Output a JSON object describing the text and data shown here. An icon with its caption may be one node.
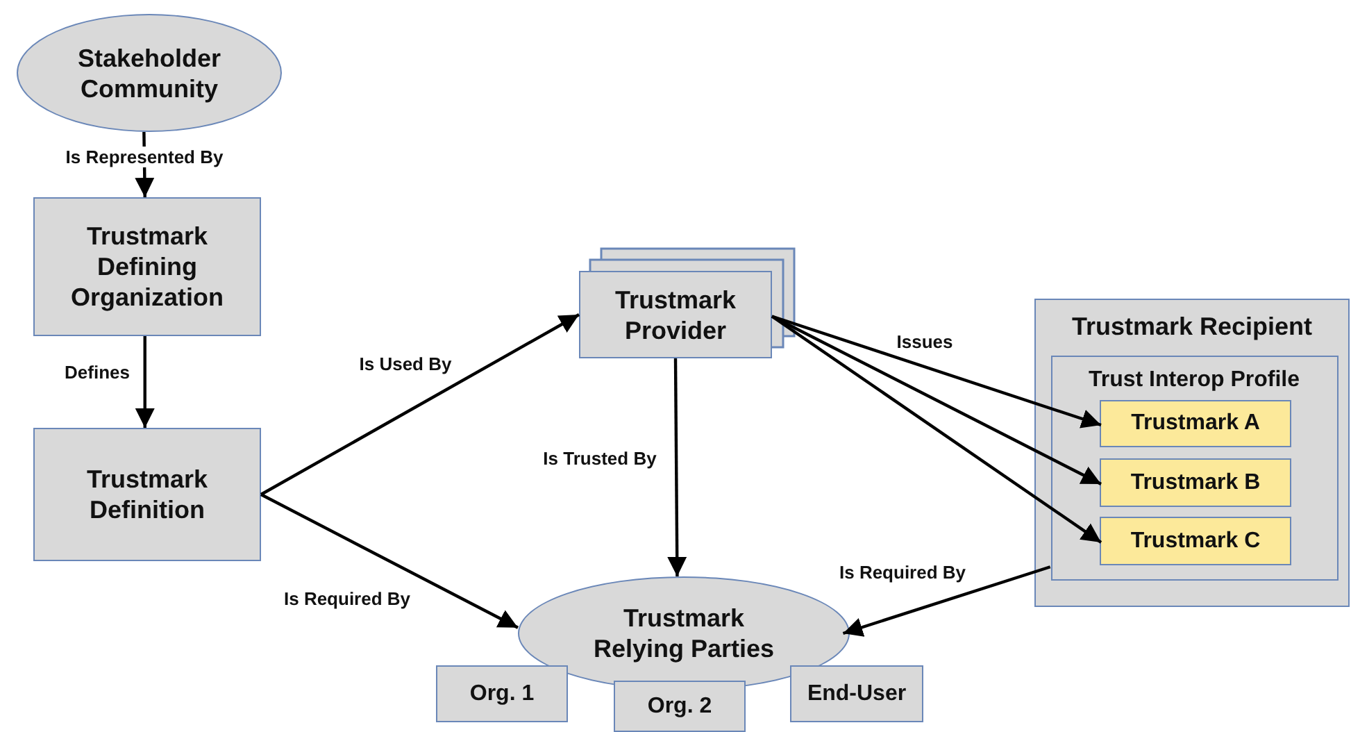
{
  "diagram": {
    "nodes": [
      {
        "text": [
          "Stakeholder Community"
        ]
      },
      {
        "text": [
          "Trustmark Defining Organization"
        ]
      },
      {
        "text": [
          "Trustmark Definition"
        ]
      },
      {
        "text": [
          "Trustmark Provider"
        ]
      },
      {
        "text": [
          "Trustmark Recipient"
        ]
      },
      {
        "text": [
          "Trust Interop Profile"
        ],
        "in": 4
      },
      {
        "text": [
          "Trustmark A"
        ],
        "in": 5
      },
      {
        "text": [
          "Trustmark B"
        ],
        "in": 5
      },
      {
        "text": [
          "Trustmark C"
        ],
        "in": 5
      },
      {
        "text": [
          "Trustmark Relying Parties"
        ]
      },
      {
        "text": [
          "Org. 1"
        ]
      },
      {
        "text": [
          "Org. 2"
        ]
      },
      {
        "text": [
          "End-User"
        ]
      }
    ],
    "edges": [
      {
        "from": 0,
        "to": 1,
        "arrow": "to",
        "label": "Is Represented By"
      },
      {
        "from": 1,
        "to": 2,
        "arrow": "to",
        "label": "Defines"
      },
      {
        "from": 2,
        "to": 3,
        "arrow": "to",
        "label": "Is Used By"
      },
      {
        "from": 2,
        "to": 9,
        "arrow": "to",
        "label": "Is Required By"
      },
      {
        "from": 3,
        "to": 9,
        "arrow": "to",
        "label": "Is Trusted By"
      },
      {
        "from": 3,
        "to": 6,
        "arrow": "to",
        "label": "Issues"
      },
      {
        "from": 3,
        "to": 7,
        "arrow": "to"
      },
      {
        "from": 3,
        "to": 8,
        "arrow": "to"
      },
      {
        "from": 4,
        "to": 9,
        "arrow": "to",
        "label": "Is Required By"
      }
    ]
  }
}
